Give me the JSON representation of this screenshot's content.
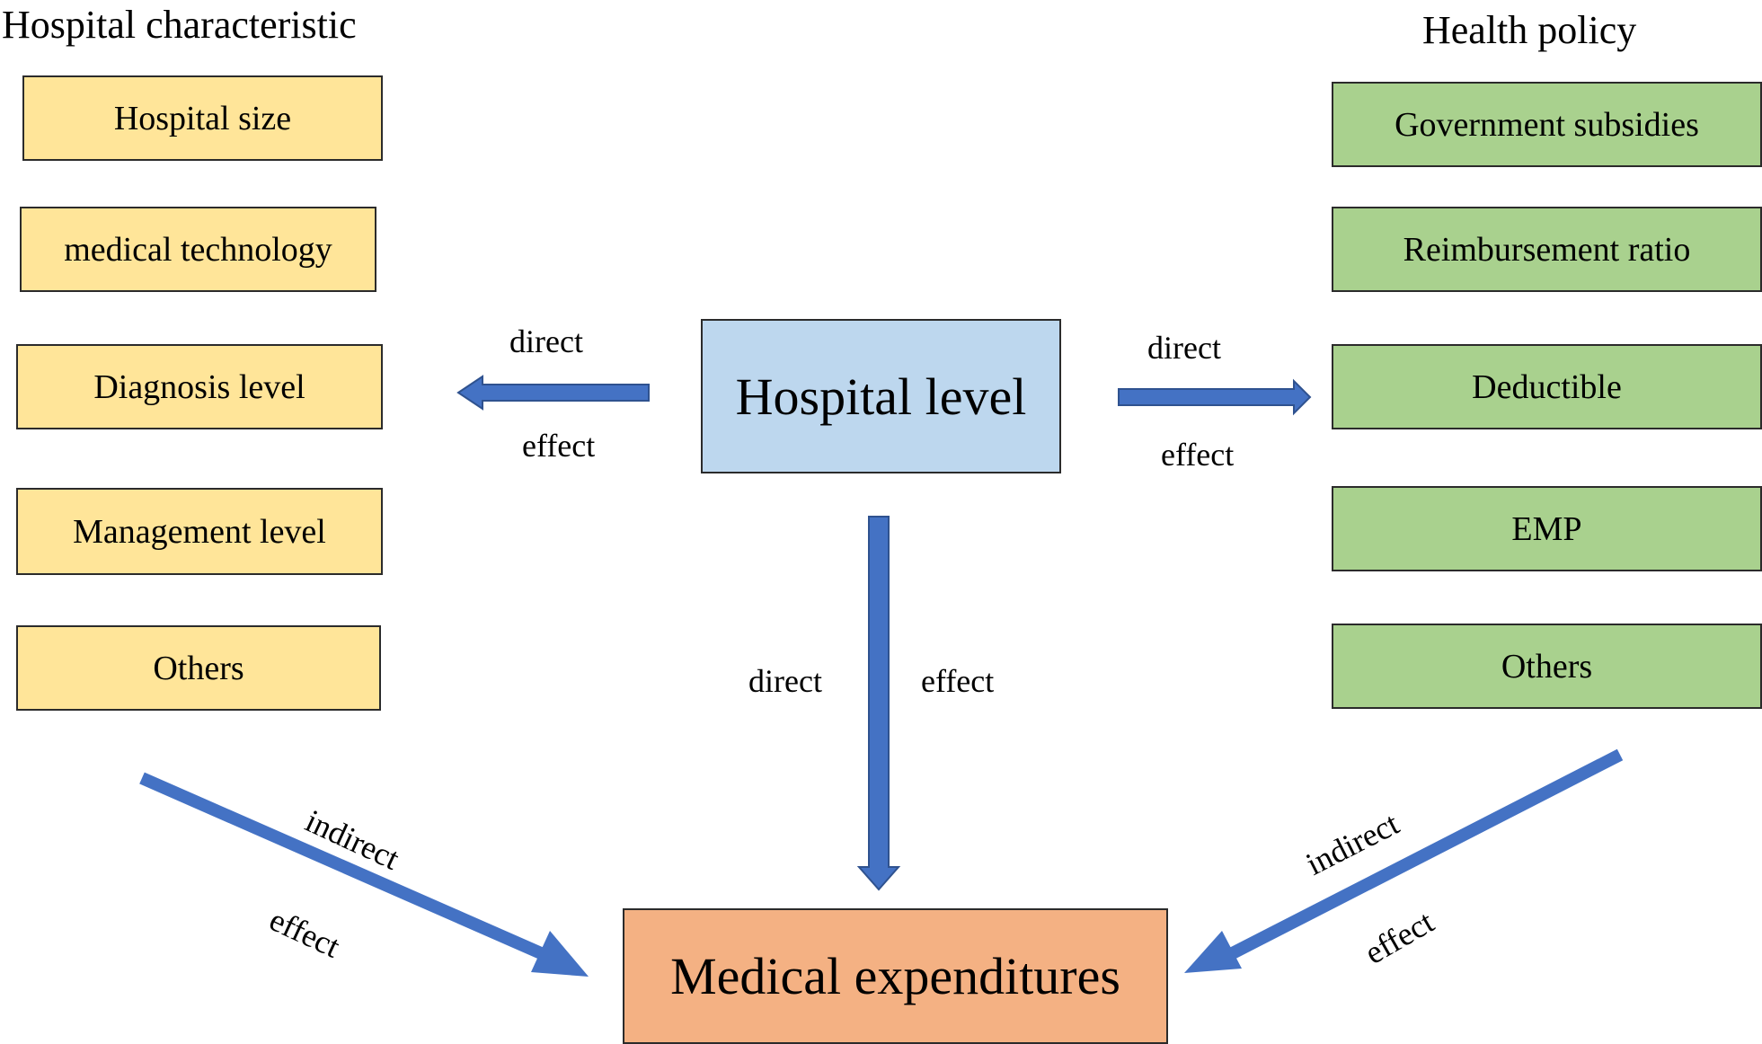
{
  "left_group": {
    "title": "Hospital characteristic",
    "items": [
      "Hospital size",
      "medical technology",
      "Diagnosis level",
      "Management level",
      "Others"
    ]
  },
  "right_group": {
    "title": "Health policy",
    "items": [
      "Government subsidies",
      "Reimbursement ratio",
      "Deductible",
      "EMP",
      "Others"
    ]
  },
  "center": {
    "label": "Hospital level"
  },
  "outcome": {
    "label": "Medical expenditures"
  },
  "arrow_labels": {
    "left_direct": "direct",
    "left_effect": "effect",
    "right_direct": "direct",
    "right_effect": "effect",
    "down_direct": "direct",
    "down_effect": "effect",
    "left_indirect": "indirect",
    "left_indirect_effect": "effect",
    "right_indirect": "indirect",
    "right_indirect_effect": "effect"
  },
  "colors": {
    "left_boxes": "#ffe599",
    "right_boxes": "#a9d18e",
    "center_box": "#bdd7ee",
    "outcome_box": "#f4b183",
    "arrow": "#4472c4"
  }
}
